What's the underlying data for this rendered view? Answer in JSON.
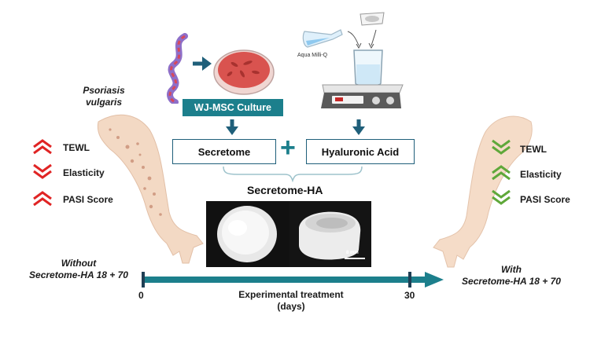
{
  "left_panel": {
    "condition": "Psoriasis\nvulgaris",
    "indicators": [
      "TEWL",
      "Elasticity",
      "PASI Score"
    ],
    "caption": "Without\nSecretome-HA 18 + 70",
    "arrow_color": "#e02424"
  },
  "right_panel": {
    "indicators": [
      "TEWL",
      "Elasticity",
      "PASI Score"
    ],
    "caption": "With\nSecretome-HA 18 + 70",
    "arrow_color": "#5fa83a"
  },
  "culture_label": "WJ-MSC Culture",
  "beaker_label": "Aqua Milli-Q",
  "secretome_label": "Secretome",
  "plus_sign": "+",
  "ha_label": "Hyaluronic Acid",
  "product_label": "Secretome-HA",
  "scale_bar": "8 mm",
  "timeline": {
    "start": "0",
    "end": "30",
    "label": "Experimental treatment\n(days)"
  },
  "accent_color": "#1c7f8c"
}
